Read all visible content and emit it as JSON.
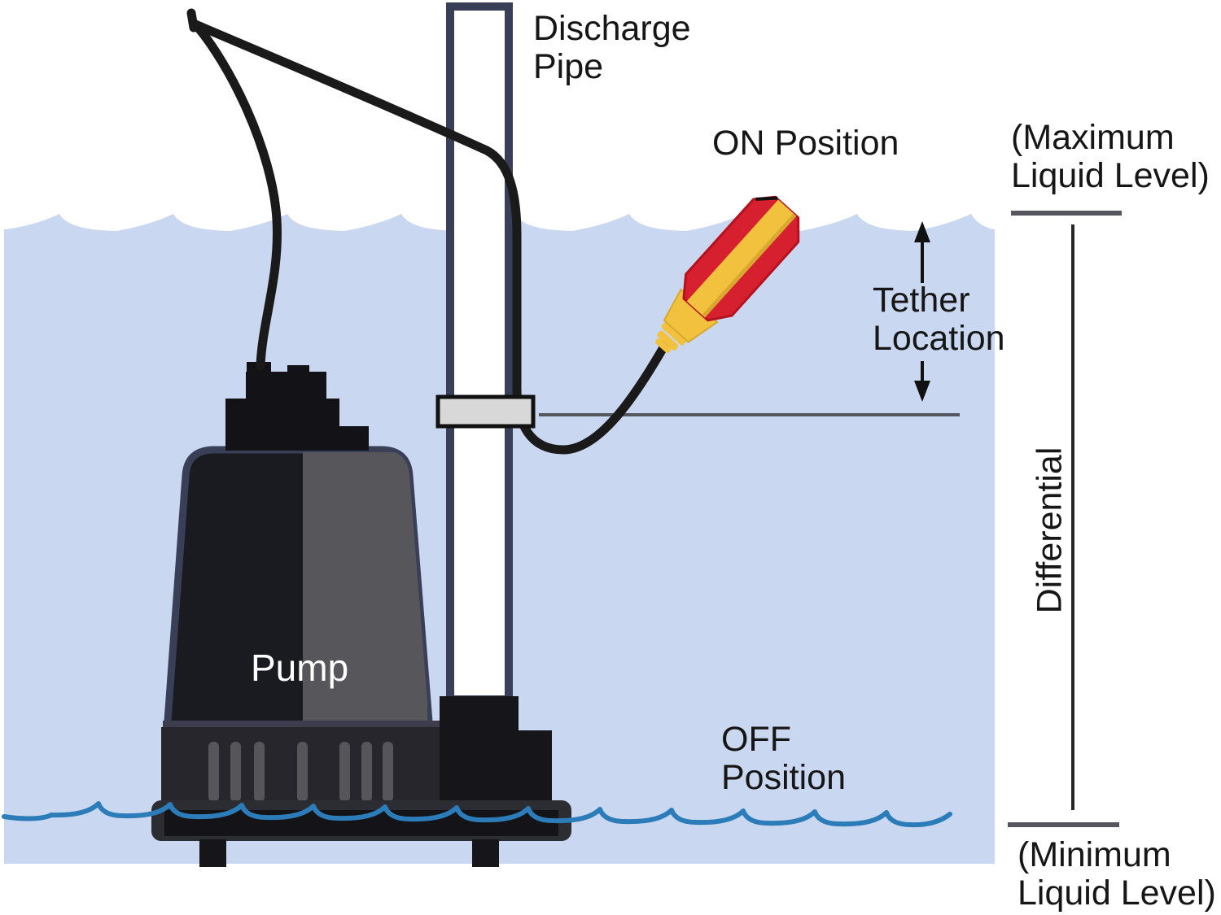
{
  "diagram": {
    "title_context": "Tethered float switch sump pump diagram",
    "labels": {
      "discharge_pipe": "Discharge\nPipe",
      "on_position": "ON Position",
      "max_level": "(Maximum\nLiquid Level)",
      "tether_location": "Tether\nLocation",
      "differential": "Differential",
      "pump": "Pump",
      "off_position": "OFF\nPosition",
      "min_level": "(Minimum\nLiquid Level)"
    },
    "icons": {
      "tether_up_arrow": "arrow-up",
      "tether_down_arrow": "arrow-down"
    },
    "colors": {
      "water": "#c9d7f0",
      "min_waterline_blue": "#2b7cb8",
      "float_red": "#d6202f",
      "float_red_edge": "#b5121f",
      "float_yellow": "#f2c23e",
      "float_yellow_edge": "#d9a82e",
      "pipe_border_navy": "#3a3f58",
      "pump_dark": "#1a1a21",
      "pump_gray": "#56565b",
      "pump_black": "#121217",
      "clamp_gray": "#d8d8d8",
      "cable_black": "#1a1a1a",
      "annotation_gray": "#55565e",
      "text_black": "#161616"
    }
  }
}
